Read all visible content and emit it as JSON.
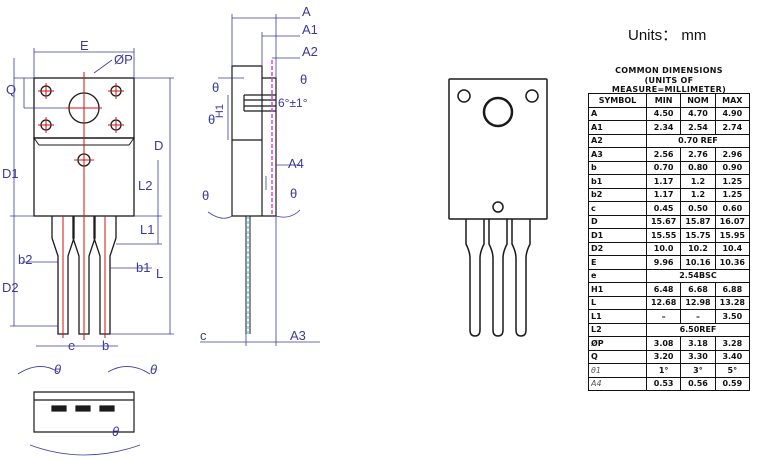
{
  "units_label": "Units： mm",
  "table_title": [
    "COMMON  DIMENSIONS",
    "(UNITS  OF  MEASURE=MILLIMETER)"
  ],
  "table_headers": [
    "SYMBOL",
    "MIN",
    "NOM",
    "MAX"
  ],
  "table_rows": [
    {
      "sym": "A",
      "min": "4.50",
      "nom": "4.70",
      "max": "4.90"
    },
    {
      "sym": "A1",
      "min": "2.34",
      "nom": "2.54",
      "max": "2.74"
    },
    {
      "sym": "A2",
      "span": "0.70 REF"
    },
    {
      "sym": "A3",
      "min": "2.56",
      "nom": "2.76",
      "max": "2.96"
    },
    {
      "sym": "b",
      "min": "0.70",
      "nom": "0.80",
      "max": "0.90"
    },
    {
      "sym": "b1",
      "min": "1.17",
      "nom": "1.2",
      "max": "1.25"
    },
    {
      "sym": "b2",
      "min": "1.17",
      "nom": "1.2",
      "max": "1.25"
    },
    {
      "sym": "c",
      "min": "0.45",
      "nom": "0.50",
      "max": "0.60"
    },
    {
      "sym": "D",
      "min": "15.67",
      "nom": "15.87",
      "max": "16.07"
    },
    {
      "sym": "D1",
      "min": "15.55",
      "nom": "15.75",
      "max": "15.95"
    },
    {
      "sym": "D2",
      "min": "10.0",
      "nom": "10.2",
      "max": "10.4"
    },
    {
      "sym": "E",
      "min": "9.96",
      "nom": "10.16",
      "max": "10.36"
    },
    {
      "sym": "e",
      "span": "2.54BSC"
    },
    {
      "sym": "H1",
      "min": "6.48",
      "nom": "6.68",
      "max": "6.88"
    },
    {
      "sym": "L",
      "min": "12.68",
      "nom": "12.98",
      "max": "13.28"
    },
    {
      "sym": "L1",
      "min": "–",
      "nom": "–",
      "max": "3.50"
    },
    {
      "sym": "L2",
      "span": "6.50REF"
    },
    {
      "sym": "ØP",
      "min": "3.08",
      "nom": "3.18",
      "max": "3.28"
    },
    {
      "sym": "Q",
      "min": "3.20",
      "nom": "3.30",
      "max": "3.40"
    },
    {
      "sym": "θ1",
      "min": "1°",
      "nom": "3°",
      "max": "5°",
      "italic": true
    },
    {
      "sym": "A4",
      "min": "0.53",
      "nom": "0.56",
      "max": "0.59",
      "italic": true
    }
  ],
  "front_labels": {
    "E": "E",
    "phiP": "ØP",
    "Q": "Q",
    "D1": "D1",
    "D": "D",
    "L2": "L2",
    "L1": "L1",
    "L": "L",
    "D2": "D2",
    "b2": "b2",
    "b1": "b1",
    "e": "e",
    "b": "b"
  },
  "side_labels": {
    "A": "A",
    "A1": "A1",
    "A2": "A2",
    "H1": "H1",
    "angle": "6°±1°",
    "A4": "A4",
    "theta": "θ",
    "c": "c",
    "A3": "A3"
  },
  "colors": {
    "outline": "#1a1a1a",
    "dimension": "#3a3aa0",
    "centerline": "#d01010",
    "lead_hatch": "#e040e0",
    "cyan": "#20b8d0"
  }
}
